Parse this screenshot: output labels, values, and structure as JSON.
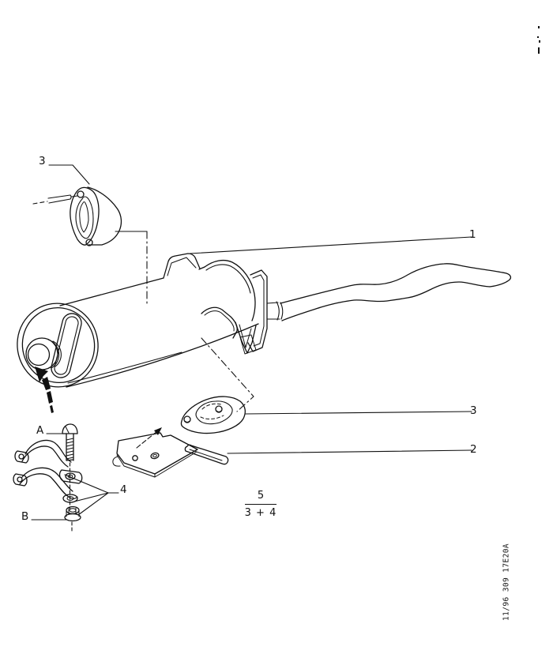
{
  "page": {
    "background": "#ffffff",
    "ink": "#111111",
    "description": "Exploded parts diagram of a rear exhaust silencer with gaskets, heat shield and mounting clamp"
  },
  "callouts": {
    "top_gasket": "3",
    "silencer": "1",
    "lower_gasket": "3",
    "heat_shield": "2",
    "clamp_kit": "4",
    "bolt": "A",
    "nut": "B"
  },
  "assembly_note": {
    "numerator": "5",
    "denominator": "3 + 4"
  },
  "plate_code": "11/96 309 17E20A"
}
